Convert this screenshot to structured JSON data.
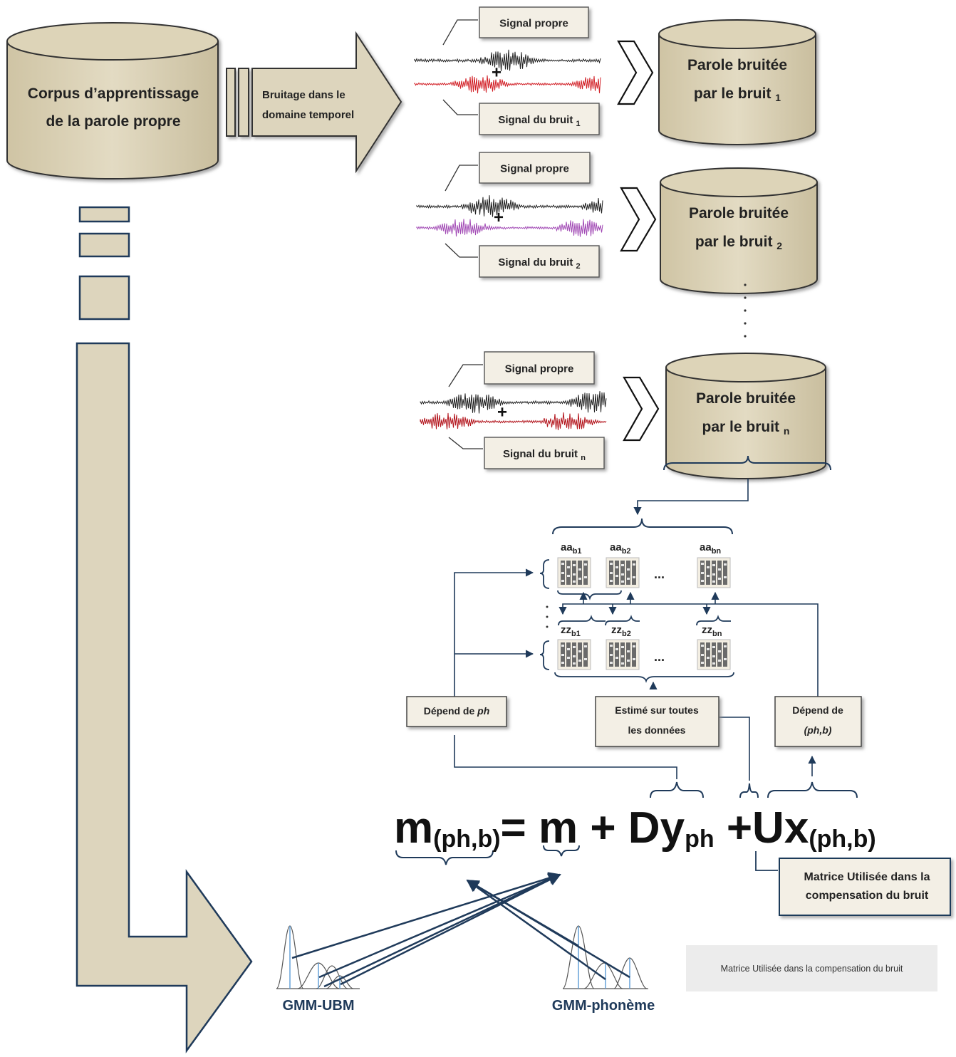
{
  "corpus": {
    "line1": "Corpus d’apprentissage",
    "line2": "de la parole propre"
  },
  "bruitage": {
    "line1": "Bruitage dans le",
    "line2": "domaine temporel"
  },
  "rows": [
    {
      "clean": "Signal propre",
      "noise_text": "Signal du bruit",
      "noise_sub": "1",
      "out1": "Parole bruitée",
      "out2": "par le bruit",
      "out_sub": "1",
      "noise_color": "#d22027"
    },
    {
      "clean": "Signal propre",
      "noise_text": "Signal du bruit",
      "noise_sub": "2",
      "out1": "Parole bruitée",
      "out2": "par le bruit",
      "out_sub": "2",
      "noise_color": "#a24bb5"
    },
    {
      "clean": "Signal propre",
      "noise_text": "Signal du bruit",
      "noise_sub": "n",
      "out1": "Parole bruitée",
      "out2": "par le bruit",
      "out_sub": "n",
      "noise_color": "#b3141c"
    }
  ],
  "plus": "+",
  "matrices": {
    "aa": [
      {
        "base": "aa",
        "sub": "b1"
      },
      {
        "base": "aa",
        "sub": "b2"
      },
      {
        "base": "aa",
        "sub": "bn"
      }
    ],
    "zz": [
      {
        "base": "zz",
        "sub": "b1"
      },
      {
        "base": "zz",
        "sub": "b2"
      },
      {
        "base": "zz",
        "sub": "bn"
      }
    ],
    "ellipsis": "..."
  },
  "boxes": {
    "depend_ph_text": "Dépend de ",
    "depend_ph_var": "ph",
    "estime_1": "Estimé   sur toutes",
    "estime_2": "les données",
    "depend_phb_1": "Dépend de",
    "depend_phb_2": "(ph,b)",
    "matrice_1": "Matrice Utilisée dans la",
    "matrice_2": "compensation du bruit"
  },
  "equation": {
    "m": "m",
    "m_sub": "(ph,b)",
    "eq": "= ",
    "m2": "m",
    "plus1": " + ",
    "D": "D",
    "y": "y",
    "y_sub": "ph",
    "plus2": " +",
    "U": "U",
    "x": "x",
    "x_sub": "(ph,b)"
  },
  "gmm": {
    "ubm": "GMM-UBM",
    "phoneme": "GMM-phonème"
  },
  "note": "Matrice Utilisée dans la compensation du bruit",
  "colors": {
    "cyl_fill": "#d8cfb3",
    "cyl_stroke": "#333333",
    "navy": "#1f3a5a",
    "arrow_fill": "#ddd5bd"
  }
}
